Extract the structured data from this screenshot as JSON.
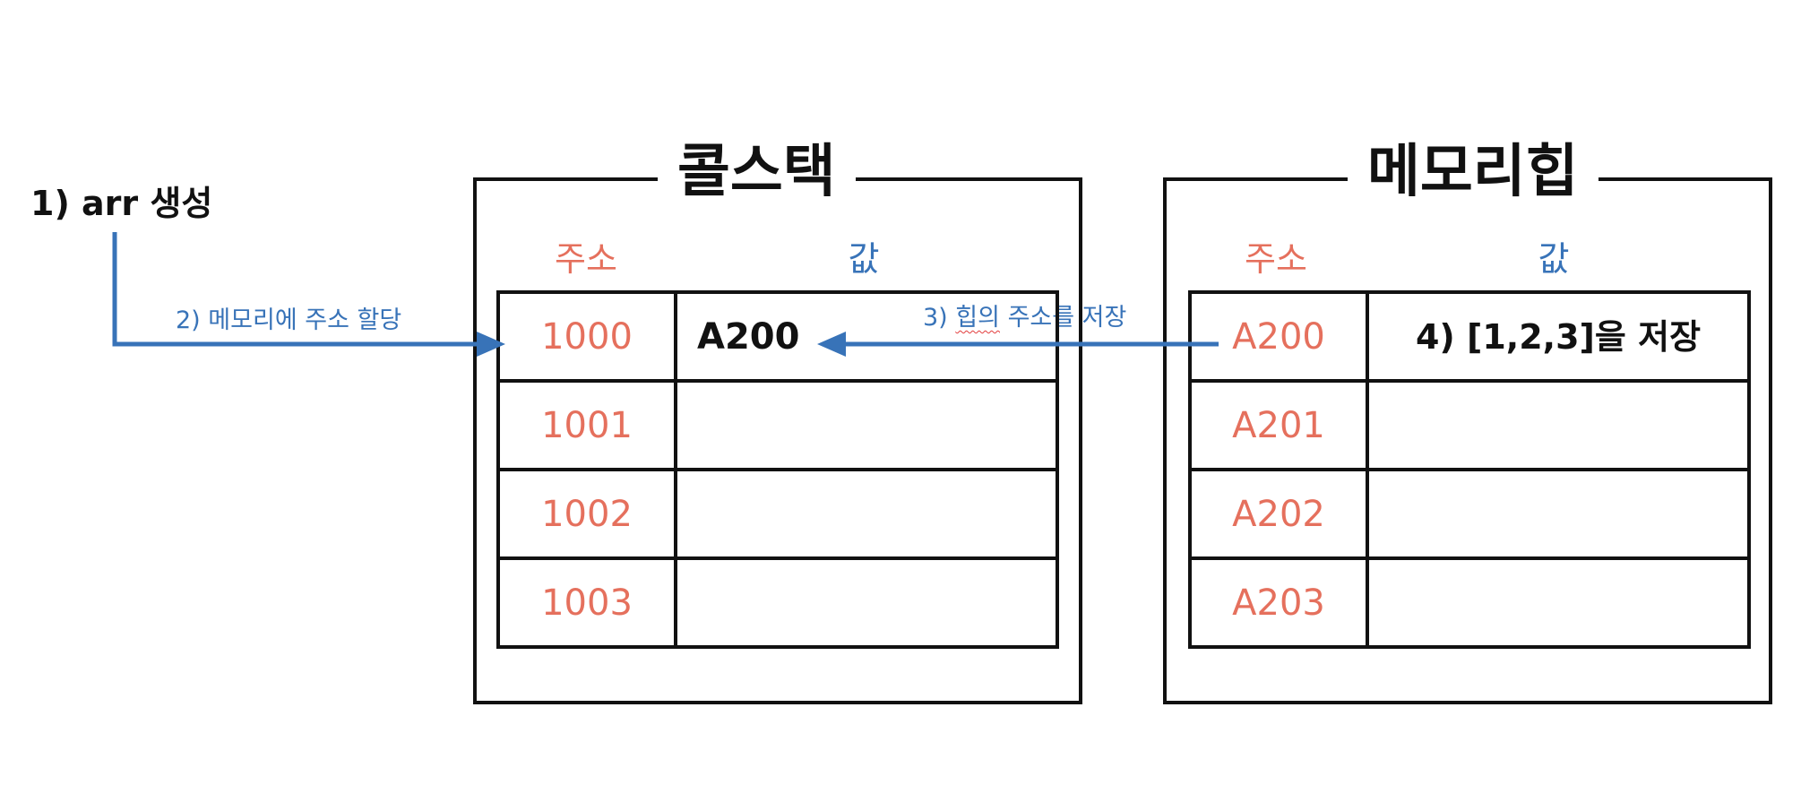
{
  "step1": "1) arr 생성",
  "step2": "2) 메모리에 주소 할당",
  "step3": {
    "prefix": "3) ",
    "word": "힙의",
    "suffix": " 주소를 저장"
  },
  "call_stack": {
    "title": "콜스택",
    "addr_header": "주소",
    "value_header": "값",
    "rows": [
      {
        "addr": "1000",
        "value": "A200"
      },
      {
        "addr": "1001",
        "value": ""
      },
      {
        "addr": "1002",
        "value": ""
      },
      {
        "addr": "1003",
        "value": ""
      }
    ]
  },
  "heap": {
    "title": "메모리힙",
    "addr_header": "주소",
    "value_header": "값",
    "rows": [
      {
        "addr": "A200",
        "value": "4)  [1,2,3]을 저장"
      },
      {
        "addr": "A201",
        "value": ""
      },
      {
        "addr": "A202",
        "value": ""
      },
      {
        "addr": "A203",
        "value": ""
      }
    ]
  },
  "colors": {
    "address": "#e5705d",
    "value_header": "#3873b8",
    "arrow": "#3873b8",
    "ink": "#111111"
  }
}
